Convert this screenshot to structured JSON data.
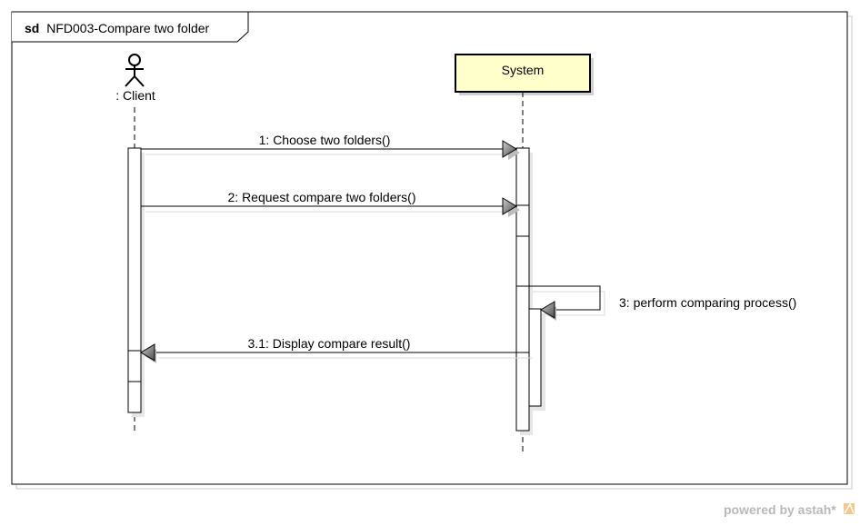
{
  "frame": {
    "keyword": "sd",
    "title": "NFD003-Compare two folder"
  },
  "lifelines": [
    {
      "id": "client",
      "label": ": Client",
      "kind": "actor"
    },
    {
      "id": "system",
      "label": "System",
      "kind": "object",
      "fill": "#ffffcc"
    }
  ],
  "messages": [
    {
      "label": "1: Choose two folders()",
      "from": "client",
      "to": "system",
      "kind": "sync"
    },
    {
      "label": "2: Request compare two folders()",
      "from": "client",
      "to": "system",
      "kind": "sync"
    },
    {
      "label": "3: perform comparing process()",
      "from": "system",
      "to": "system",
      "kind": "self"
    },
    {
      "label": "3.1: Display compare result()",
      "from": "system",
      "to": "client",
      "kind": "sync"
    }
  ],
  "watermark": {
    "text": "powered by astah*"
  }
}
